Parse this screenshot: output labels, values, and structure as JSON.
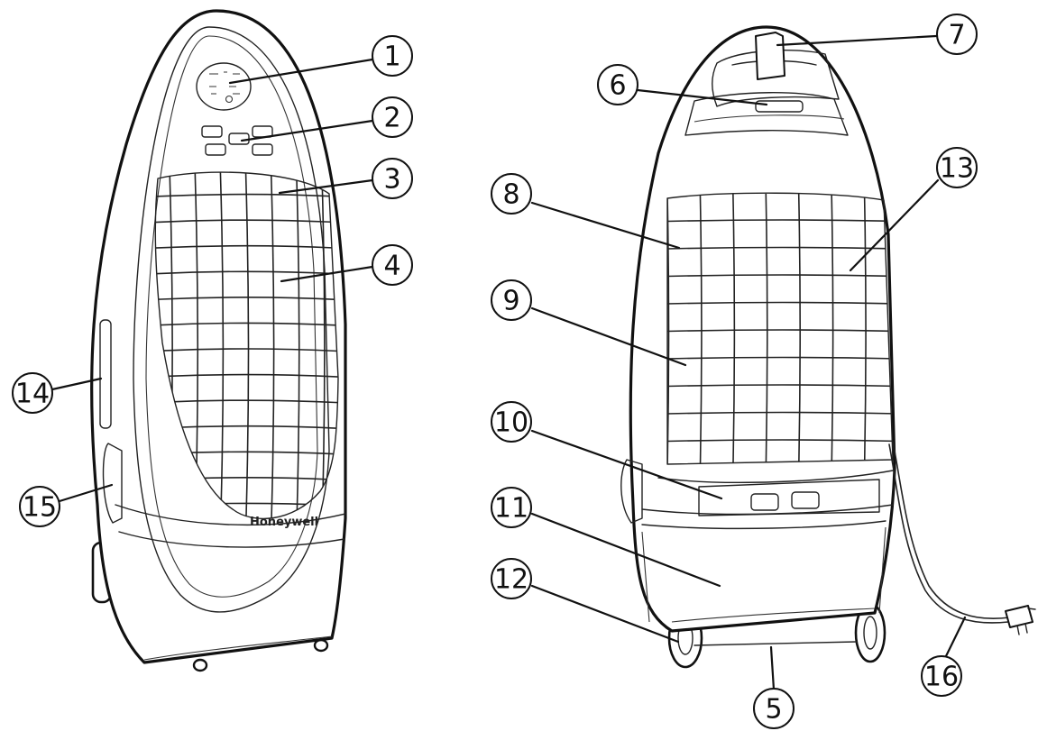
{
  "brand": "Honeywell",
  "callouts": [
    "1",
    "2",
    "3",
    "4",
    "5",
    "6",
    "7",
    "8",
    "9",
    "10",
    "11",
    "12",
    "13",
    "14",
    "15",
    "16"
  ]
}
